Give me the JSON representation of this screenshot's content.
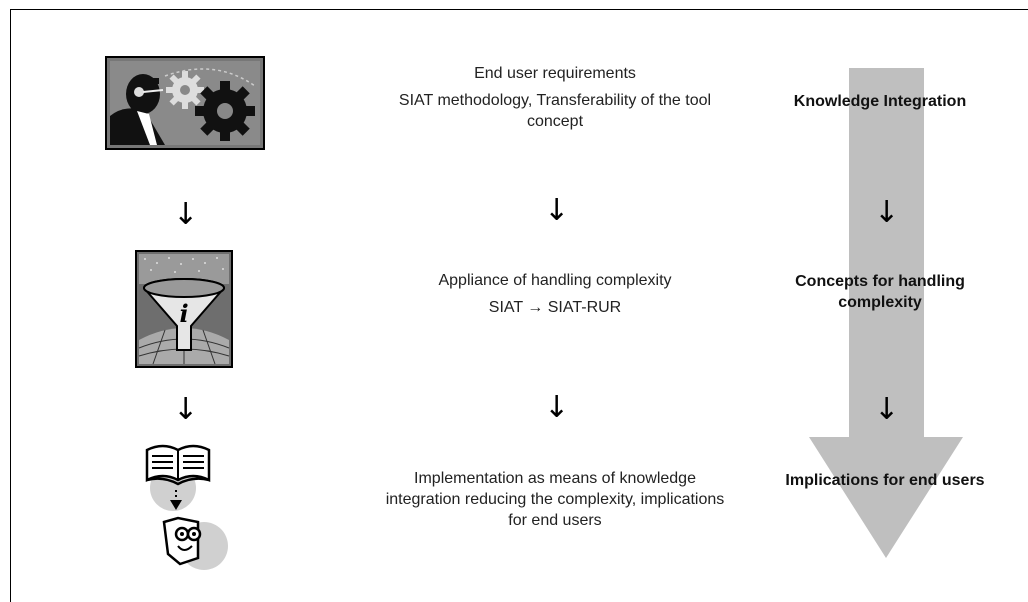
{
  "rows": [
    {
      "icon": "person-with-gears-icon",
      "lines": [
        "End user requirements",
        "SIAT methodology, Transferability of  the tool concept"
      ],
      "stage": "Knowledge Integration"
    },
    {
      "icon": "information-funnel-icon",
      "lines": [
        "Appliance of handling complexity",
        "SIAT → SIAT-RUR"
      ],
      "stage": "Concepts for handling complexity"
    },
    {
      "icon": "book-to-reader-icon",
      "lines": [
        "Implementation as means of knowledge integration reducing the complexity, implications for end users"
      ],
      "stage": "Implications for end users"
    }
  ],
  "connector_arrow": "↓"
}
